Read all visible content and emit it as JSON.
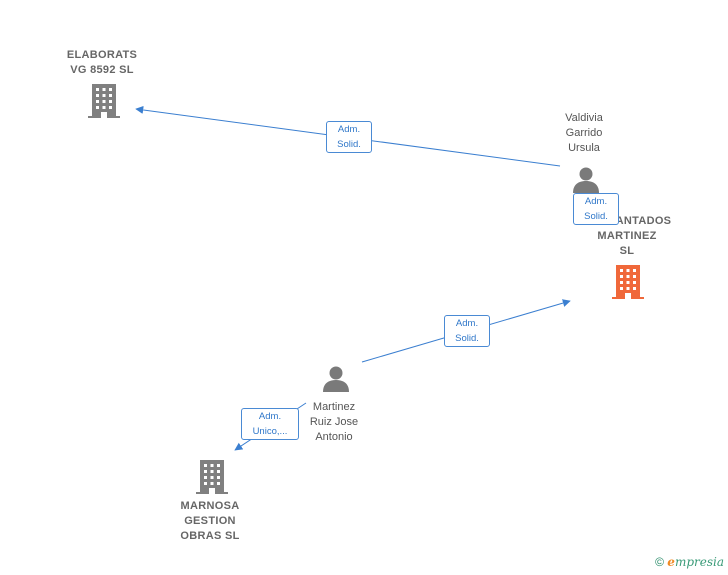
{
  "nodes": {
    "elaborats": {
      "lines": [
        "ELABORATS",
        "VG 8592  SL"
      ]
    },
    "valdivia": {
      "lines": [
        "Valdivia",
        "Garrido",
        "Ursula"
      ]
    },
    "desmantados": {
      "lines": [
        "DESMANTADOS",
        "MARTINEZ",
        "SL"
      ]
    },
    "martinez": {
      "lines": [
        "Martinez",
        "Ruiz Jose",
        "Antonio"
      ]
    },
    "marnosa": {
      "lines": [
        "MARNOSA",
        "GESTION",
        "OBRAS  SL"
      ]
    }
  },
  "edges": {
    "valdivia_elaborats": {
      "badge": [
        "Adm.",
        "Solid."
      ]
    },
    "valdivia_desmantados": {
      "badge": [
        "Adm.",
        "Solid."
      ]
    },
    "martinez_desmantados": {
      "badge": [
        "Adm.",
        "Solid."
      ]
    },
    "martinez_marnosa": {
      "badge": [
        "Adm.",
        "Unico,..."
      ]
    }
  },
  "footer": {
    "copyright": "©",
    "brand_initial": "e",
    "brand_rest": "mpresia"
  },
  "colors": {
    "edge": "#3b7fd0",
    "company_icon": "#808080",
    "focus_company_icon": "#f0683a",
    "person_icon": "#7a7a7a"
  }
}
